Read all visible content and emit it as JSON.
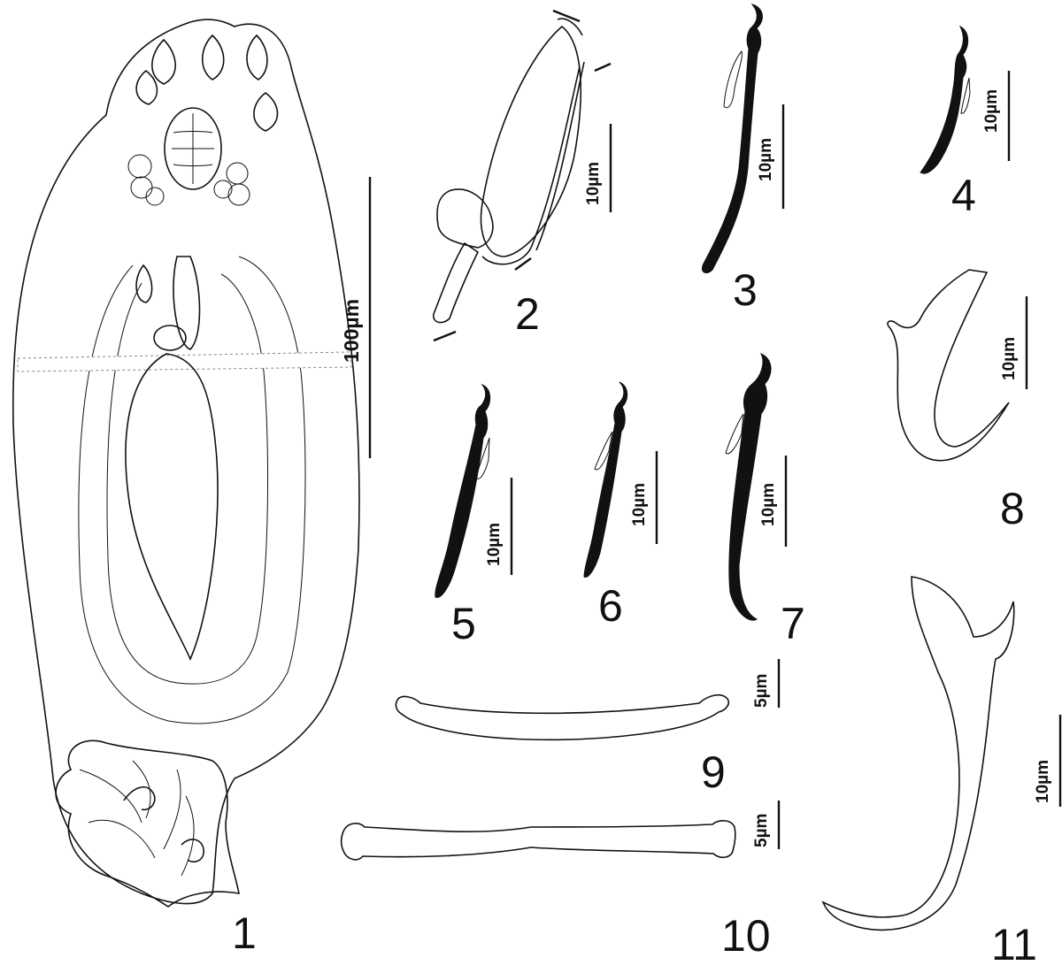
{
  "figure_labels": {
    "f1": "1",
    "f2": "2",
    "f3": "3",
    "f4": "4",
    "f5": "5",
    "f6": "6",
    "f7": "7",
    "f8": "8",
    "f9": "9",
    "f10": "10",
    "f11": "11"
  },
  "scale_bars": {
    "s1": "100µm",
    "s2": "10µm",
    "s3": "10µm",
    "s4": "10µm",
    "s5": "10µm",
    "s6": "10µm",
    "s7": "10µm",
    "s8": "10µm",
    "s9": "5µm",
    "s10": "5µm",
    "s11": "10µm"
  },
  "colors": {
    "ink": "#111111",
    "background": "#ffffff"
  }
}
